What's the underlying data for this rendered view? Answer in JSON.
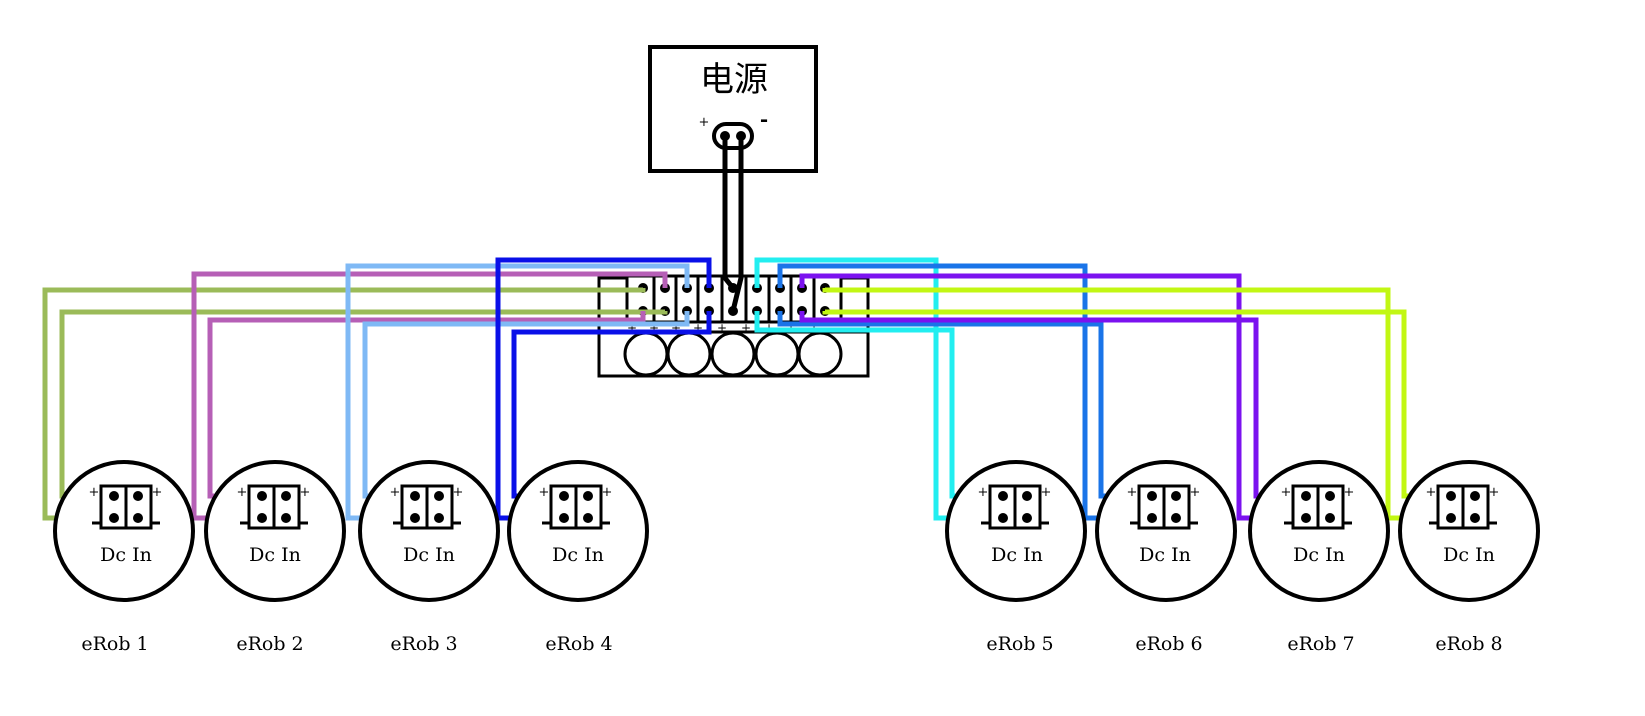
{
  "power_supply": {
    "title": "电源",
    "plus": "+",
    "minus": "-"
  },
  "distribution_board": {
    "terminal_sign": "+"
  },
  "motors": [
    {
      "id": "1",
      "name": "eRob 1",
      "port_label": "Dc In",
      "wire_color": "#9bbb59"
    },
    {
      "id": "2",
      "name": "eRob 2",
      "port_label": "Dc In",
      "wire_color": "#b65fb6"
    },
    {
      "id": "3",
      "name": "eRob 3",
      "port_label": "Dc In",
      "wire_color": "#7fb9f5"
    },
    {
      "id": "4",
      "name": "eRob 4",
      "port_label": "Dc In",
      "wire_color": "#0a10e8"
    },
    {
      "id": "5",
      "name": "eRob 5",
      "port_label": "Dc In",
      "wire_color": "#22eef0"
    },
    {
      "id": "6",
      "name": "eRob 6",
      "port_label": "Dc In",
      "wire_color": "#1a74e8"
    },
    {
      "id": "7",
      "name": "eRob 7",
      "port_label": "Dc In",
      "wire_color": "#7b12ef"
    },
    {
      "id": "8",
      "name": "eRob 8",
      "port_label": "Dc In",
      "wire_color": "#c2f713"
    }
  ]
}
